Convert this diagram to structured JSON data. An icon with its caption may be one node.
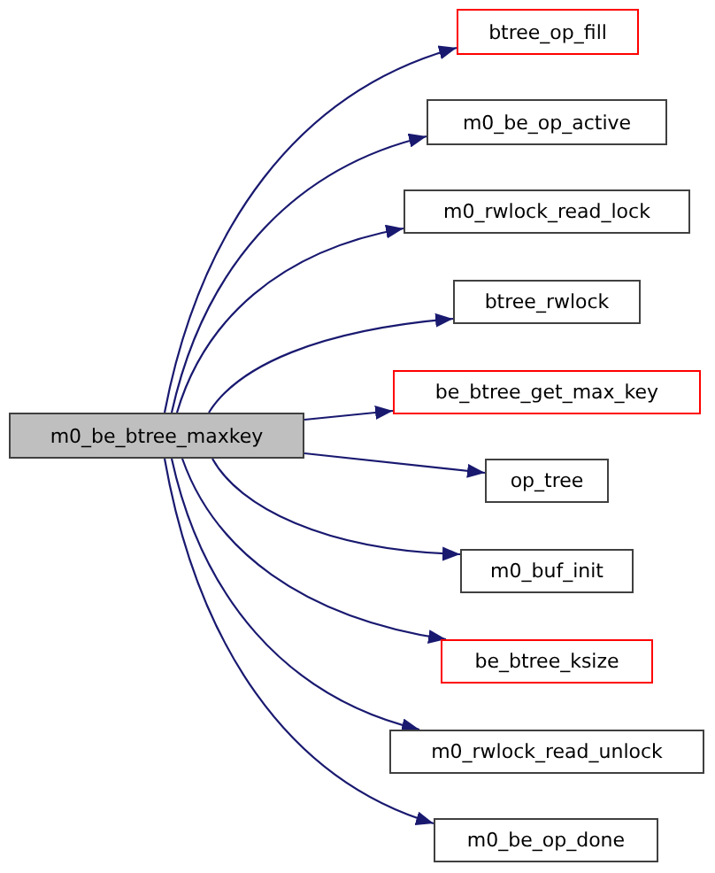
{
  "diagram": {
    "nodes": [
      {
        "text": [
          "m0_be_btree_maxkey"
        ]
      },
      {
        "text": [
          "btree_op_fill"
        ]
      },
      {
        "text": [
          "m0_be_op_active"
        ]
      },
      {
        "text": [
          "m0_rwlock_read_lock"
        ]
      },
      {
        "text": [
          "btree_rwlock"
        ]
      },
      {
        "text": [
          "be_btree_get_max_key"
        ]
      },
      {
        "text": [
          "op_tree"
        ]
      },
      {
        "text": [
          "m0_buf_init"
        ]
      },
      {
        "text": [
          "be_btree_ksize"
        ]
      },
      {
        "text": [
          "m0_rwlock_read_unlock"
        ]
      },
      {
        "text": [
          "m0_be_op_done"
        ]
      }
    ],
    "edges": [
      {
        "from": 0,
        "to": 1,
        "arrow": "to"
      },
      {
        "from": 0,
        "to": 2,
        "arrow": "to"
      },
      {
        "from": 0,
        "to": 3,
        "arrow": "to"
      },
      {
        "from": 0,
        "to": 4,
        "arrow": "to"
      },
      {
        "from": 0,
        "to": 5,
        "arrow": "to"
      },
      {
        "from": 0,
        "to": 6,
        "arrow": "to"
      },
      {
        "from": 0,
        "to": 7,
        "arrow": "to"
      },
      {
        "from": 0,
        "to": 8,
        "arrow": "to"
      },
      {
        "from": 0,
        "to": 9,
        "arrow": "to"
      },
      {
        "from": 0,
        "to": 10,
        "arrow": "to"
      }
    ]
  }
}
